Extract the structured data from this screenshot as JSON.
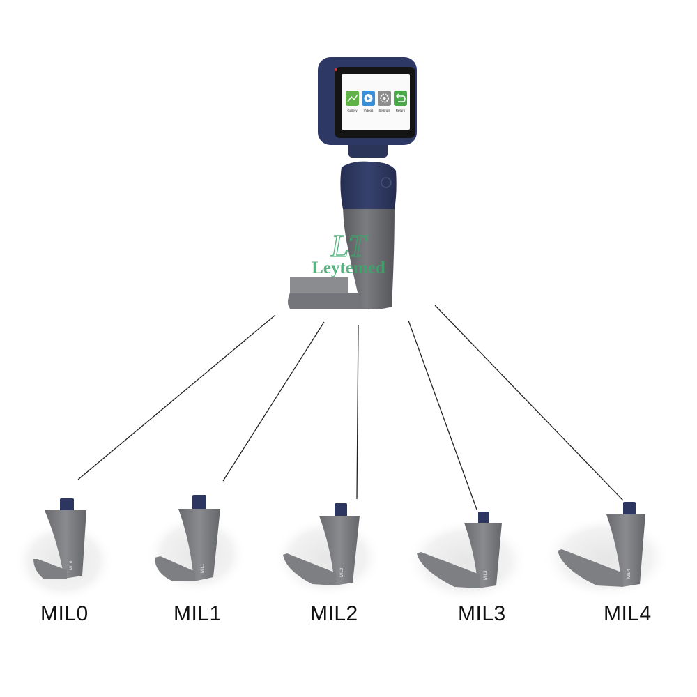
{
  "device": {
    "screen_apps": [
      {
        "label": "Gallery",
        "icon": "gallery-icon",
        "color": "#5fb346"
      },
      {
        "label": "Videos",
        "icon": "play-icon",
        "color": "#3a8fd6"
      },
      {
        "label": "Settings",
        "icon": "gear-icon",
        "color": "#8e8e8e"
      },
      {
        "label": "Return",
        "icon": "return-icon",
        "color": "#4aa84a"
      }
    ],
    "body_color": "#2f3a63",
    "handle_color": "#6d6e72"
  },
  "watermark": {
    "monogram": "LT",
    "brand": "Leytemed",
    "color": "#3aa86a"
  },
  "blades": [
    {
      "label": "MIL0",
      "marking": "MIL0"
    },
    {
      "label": "MIL1",
      "marking": "MIL1"
    },
    {
      "label": "MIL2",
      "marking": "MIL2"
    },
    {
      "label": "MIL3",
      "marking": "MIL3"
    },
    {
      "label": "MIL4",
      "marking": "MIL4"
    }
  ]
}
